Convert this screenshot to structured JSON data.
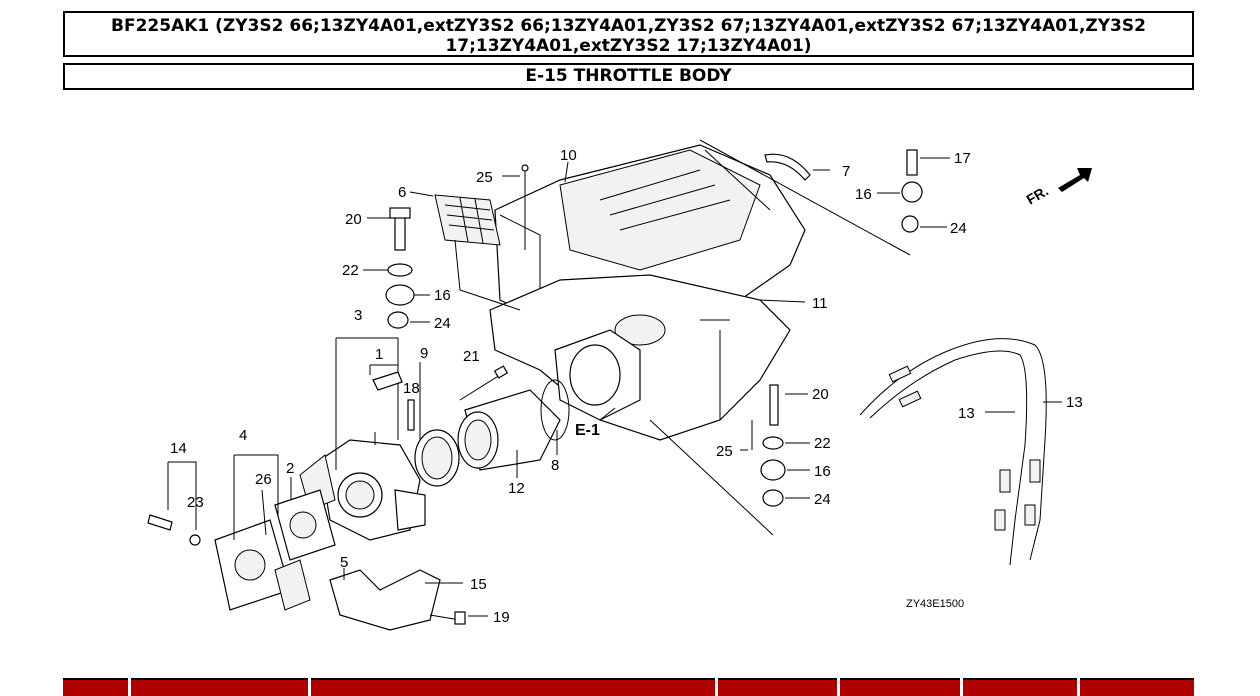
{
  "header": {
    "model_line1": "BF225AK1 (ZY3S2 66;13ZY4A01,extZY3S2 66;13ZY4A01,ZY3S2 67;13ZY4A01,extZY3S2 67;13ZY4A01,ZY3S2",
    "model_line2": "17;13ZY4A01,extZY3S2 17;13ZY4A01)",
    "section_title": "E-15 THROTTLE BODY"
  },
  "diagram": {
    "drawing_code": "ZY43E1500",
    "front_marker": "FR.",
    "ref_label": "E-1",
    "callouts": [
      "1",
      "2",
      "3",
      "4",
      "5",
      "6",
      "7",
      "8",
      "9",
      "10",
      "11",
      "12",
      "13",
      "13",
      "14",
      "15",
      "16",
      "16",
      "16",
      "17",
      "18",
      "19",
      "20",
      "20",
      "21",
      "22",
      "22",
      "23",
      "24",
      "24",
      "24",
      "25",
      "25",
      "26"
    ]
  },
  "colors": {
    "table_header": "#b00000"
  }
}
